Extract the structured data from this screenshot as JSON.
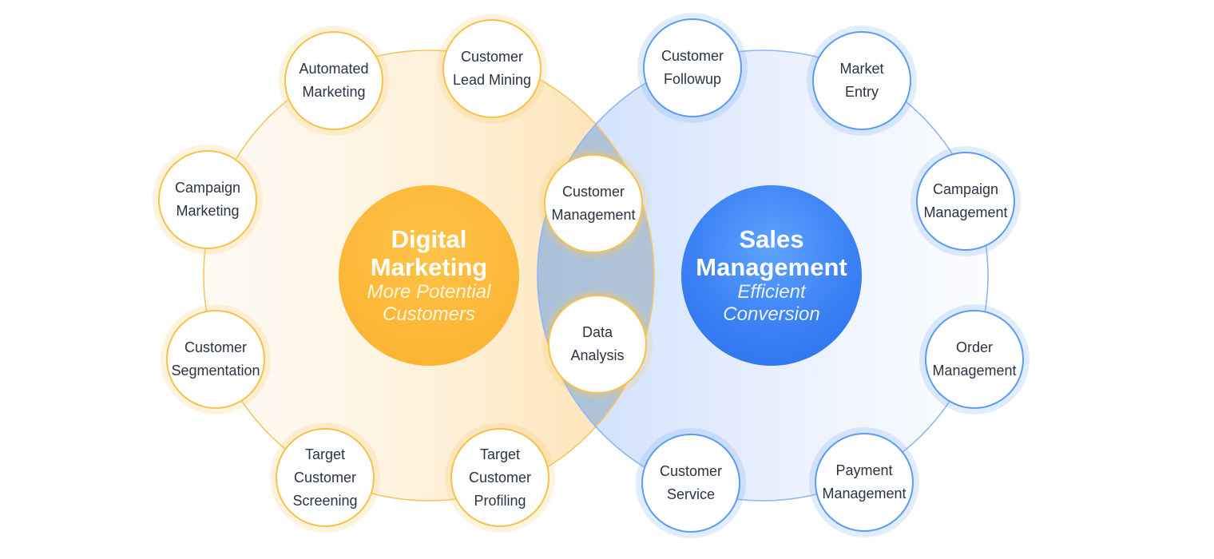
{
  "left_hub": {
    "title_line1": "Digital",
    "title_line2": "Marketing",
    "subtitle_line1": "More Potential",
    "subtitle_line2": "Customers"
  },
  "right_hub": {
    "title_line1": "Sales",
    "title_line2": "Management",
    "subtitle_line1": "Efficient",
    "subtitle_line2": "Conversion"
  },
  "left_nodes": [
    {
      "lines": [
        "Automated",
        "Marketing"
      ]
    },
    {
      "lines": [
        "Customer",
        "Lead Mining"
      ]
    },
    {
      "lines": [
        "Campaign",
        "Marketing"
      ]
    },
    {
      "lines": [
        "Customer",
        "Segmentation"
      ]
    },
    {
      "lines": [
        "Target",
        "Customer",
        "Screening"
      ]
    },
    {
      "lines": [
        "Target",
        "Customer",
        "Profiling"
      ]
    }
  ],
  "shared_nodes": [
    {
      "lines": [
        "Customer",
        "Management"
      ]
    },
    {
      "lines": [
        "Data",
        "Analysis"
      ]
    }
  ],
  "right_nodes": [
    {
      "lines": [
        "Customer",
        "Followup"
      ]
    },
    {
      "lines": [
        "Market",
        "Entry"
      ]
    },
    {
      "lines": [
        "Campaign",
        "Management"
      ]
    },
    {
      "lines": [
        "Order",
        "Management"
      ]
    },
    {
      "lines": [
        "Customer",
        "Service"
      ]
    },
    {
      "lines": [
        "Payment",
        "Management"
      ]
    }
  ],
  "colors": {
    "orange_accent": "#f7c24a",
    "blue_accent": "#5b9cf3",
    "node_text": "#2b3442"
  }
}
